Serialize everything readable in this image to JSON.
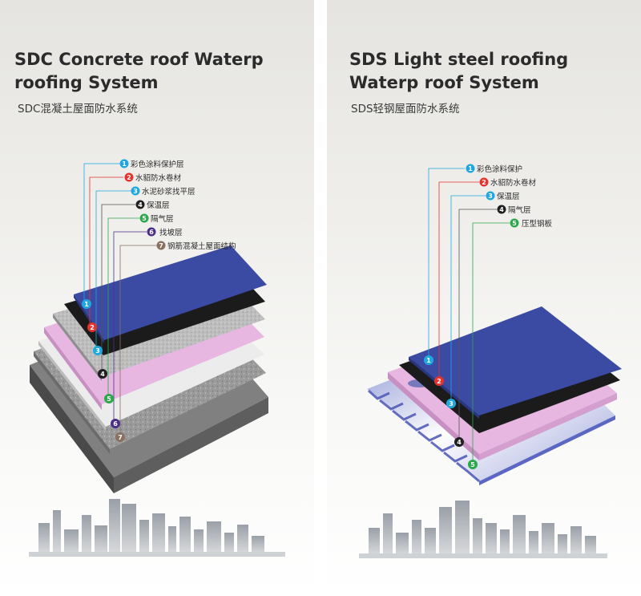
{
  "colors": {
    "badge1": "#1fa8e0",
    "badge2": "#e5322d",
    "badge3": "#1fa8e0",
    "badge4": "#1f1f1f",
    "badge5": "#2aa84a",
    "badge6": "#4b2e8a",
    "badge7": "#8a7060",
    "membrane": "#3b4ba3",
    "black_layer": "#1b1b1b",
    "insulation": "#e7b7e1"
  },
  "left": {
    "title": "SDC Concrete roof Waterp roofing System",
    "subtitle": "SDC混凝土屋面防水系统",
    "labels": [
      {
        "num": "1",
        "text": "彩色涂料保护层"
      },
      {
        "num": "2",
        "text": "水貂防水卷材"
      },
      {
        "num": "3",
        "text": "水泥砂浆找平层"
      },
      {
        "num": "4",
        "text": "保温层"
      },
      {
        "num": "5",
        "text": "隔气层"
      },
      {
        "num": "6",
        "text": "找坡层"
      },
      {
        "num": "7",
        "text": "钢筋混凝土屋面结构"
      }
    ]
  },
  "right": {
    "title": "SDS Light steel roofing Waterp roof System",
    "subtitle": "SDS轻钢屋面防水系统",
    "labels": [
      {
        "num": "1",
        "text": "彩色涂料保护"
      },
      {
        "num": "2",
        "text": "水貂防水卷材"
      },
      {
        "num": "3",
        "text": "保温层"
      },
      {
        "num": "4",
        "text": "隔气层"
      },
      {
        "num": "5",
        "text": "压型钢板"
      }
    ]
  }
}
